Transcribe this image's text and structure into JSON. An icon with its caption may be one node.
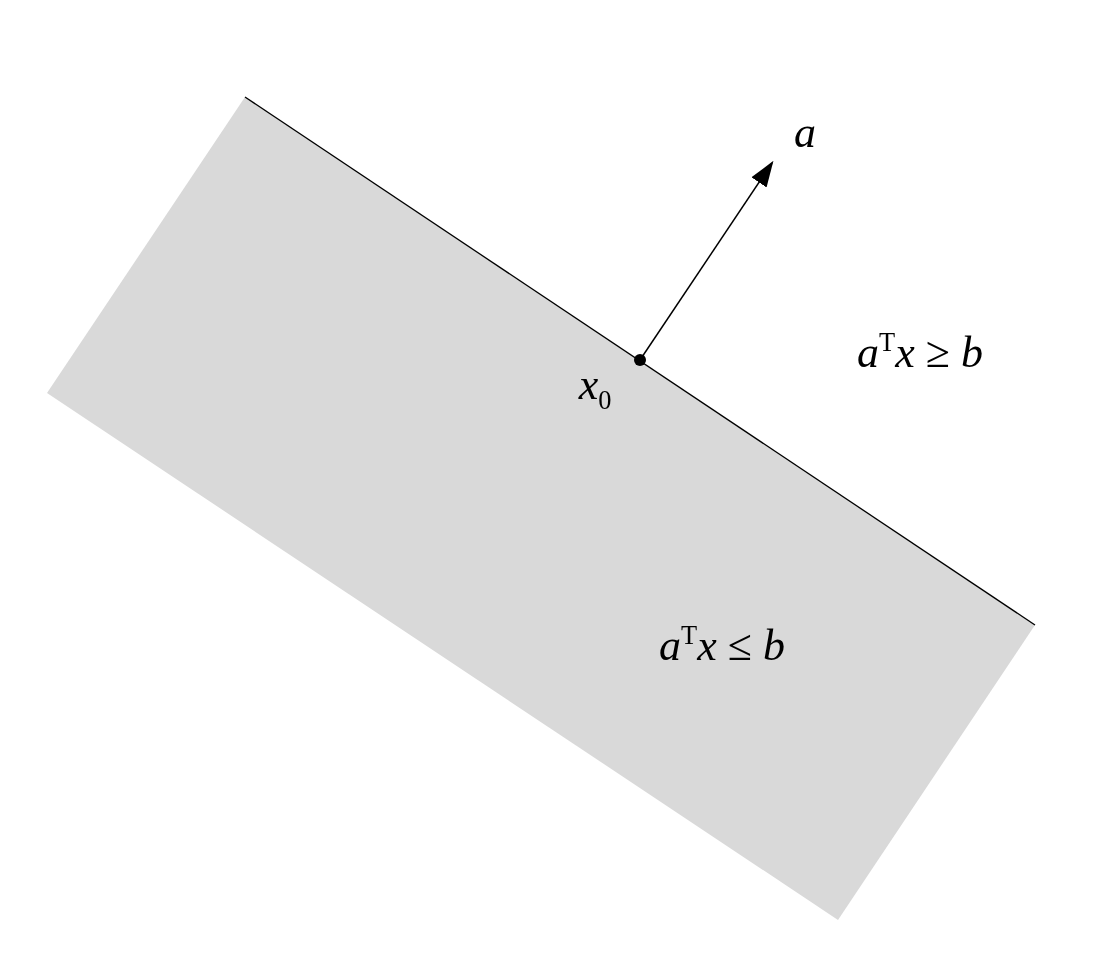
{
  "diagram": {
    "labels": [
      "*a*",
      "*x*$_{0}$",
      "*a*$^{T}$*x* ≥ *b*",
      "*a*$^{T}$*x* ≤ *b*"
    ]
  }
}
